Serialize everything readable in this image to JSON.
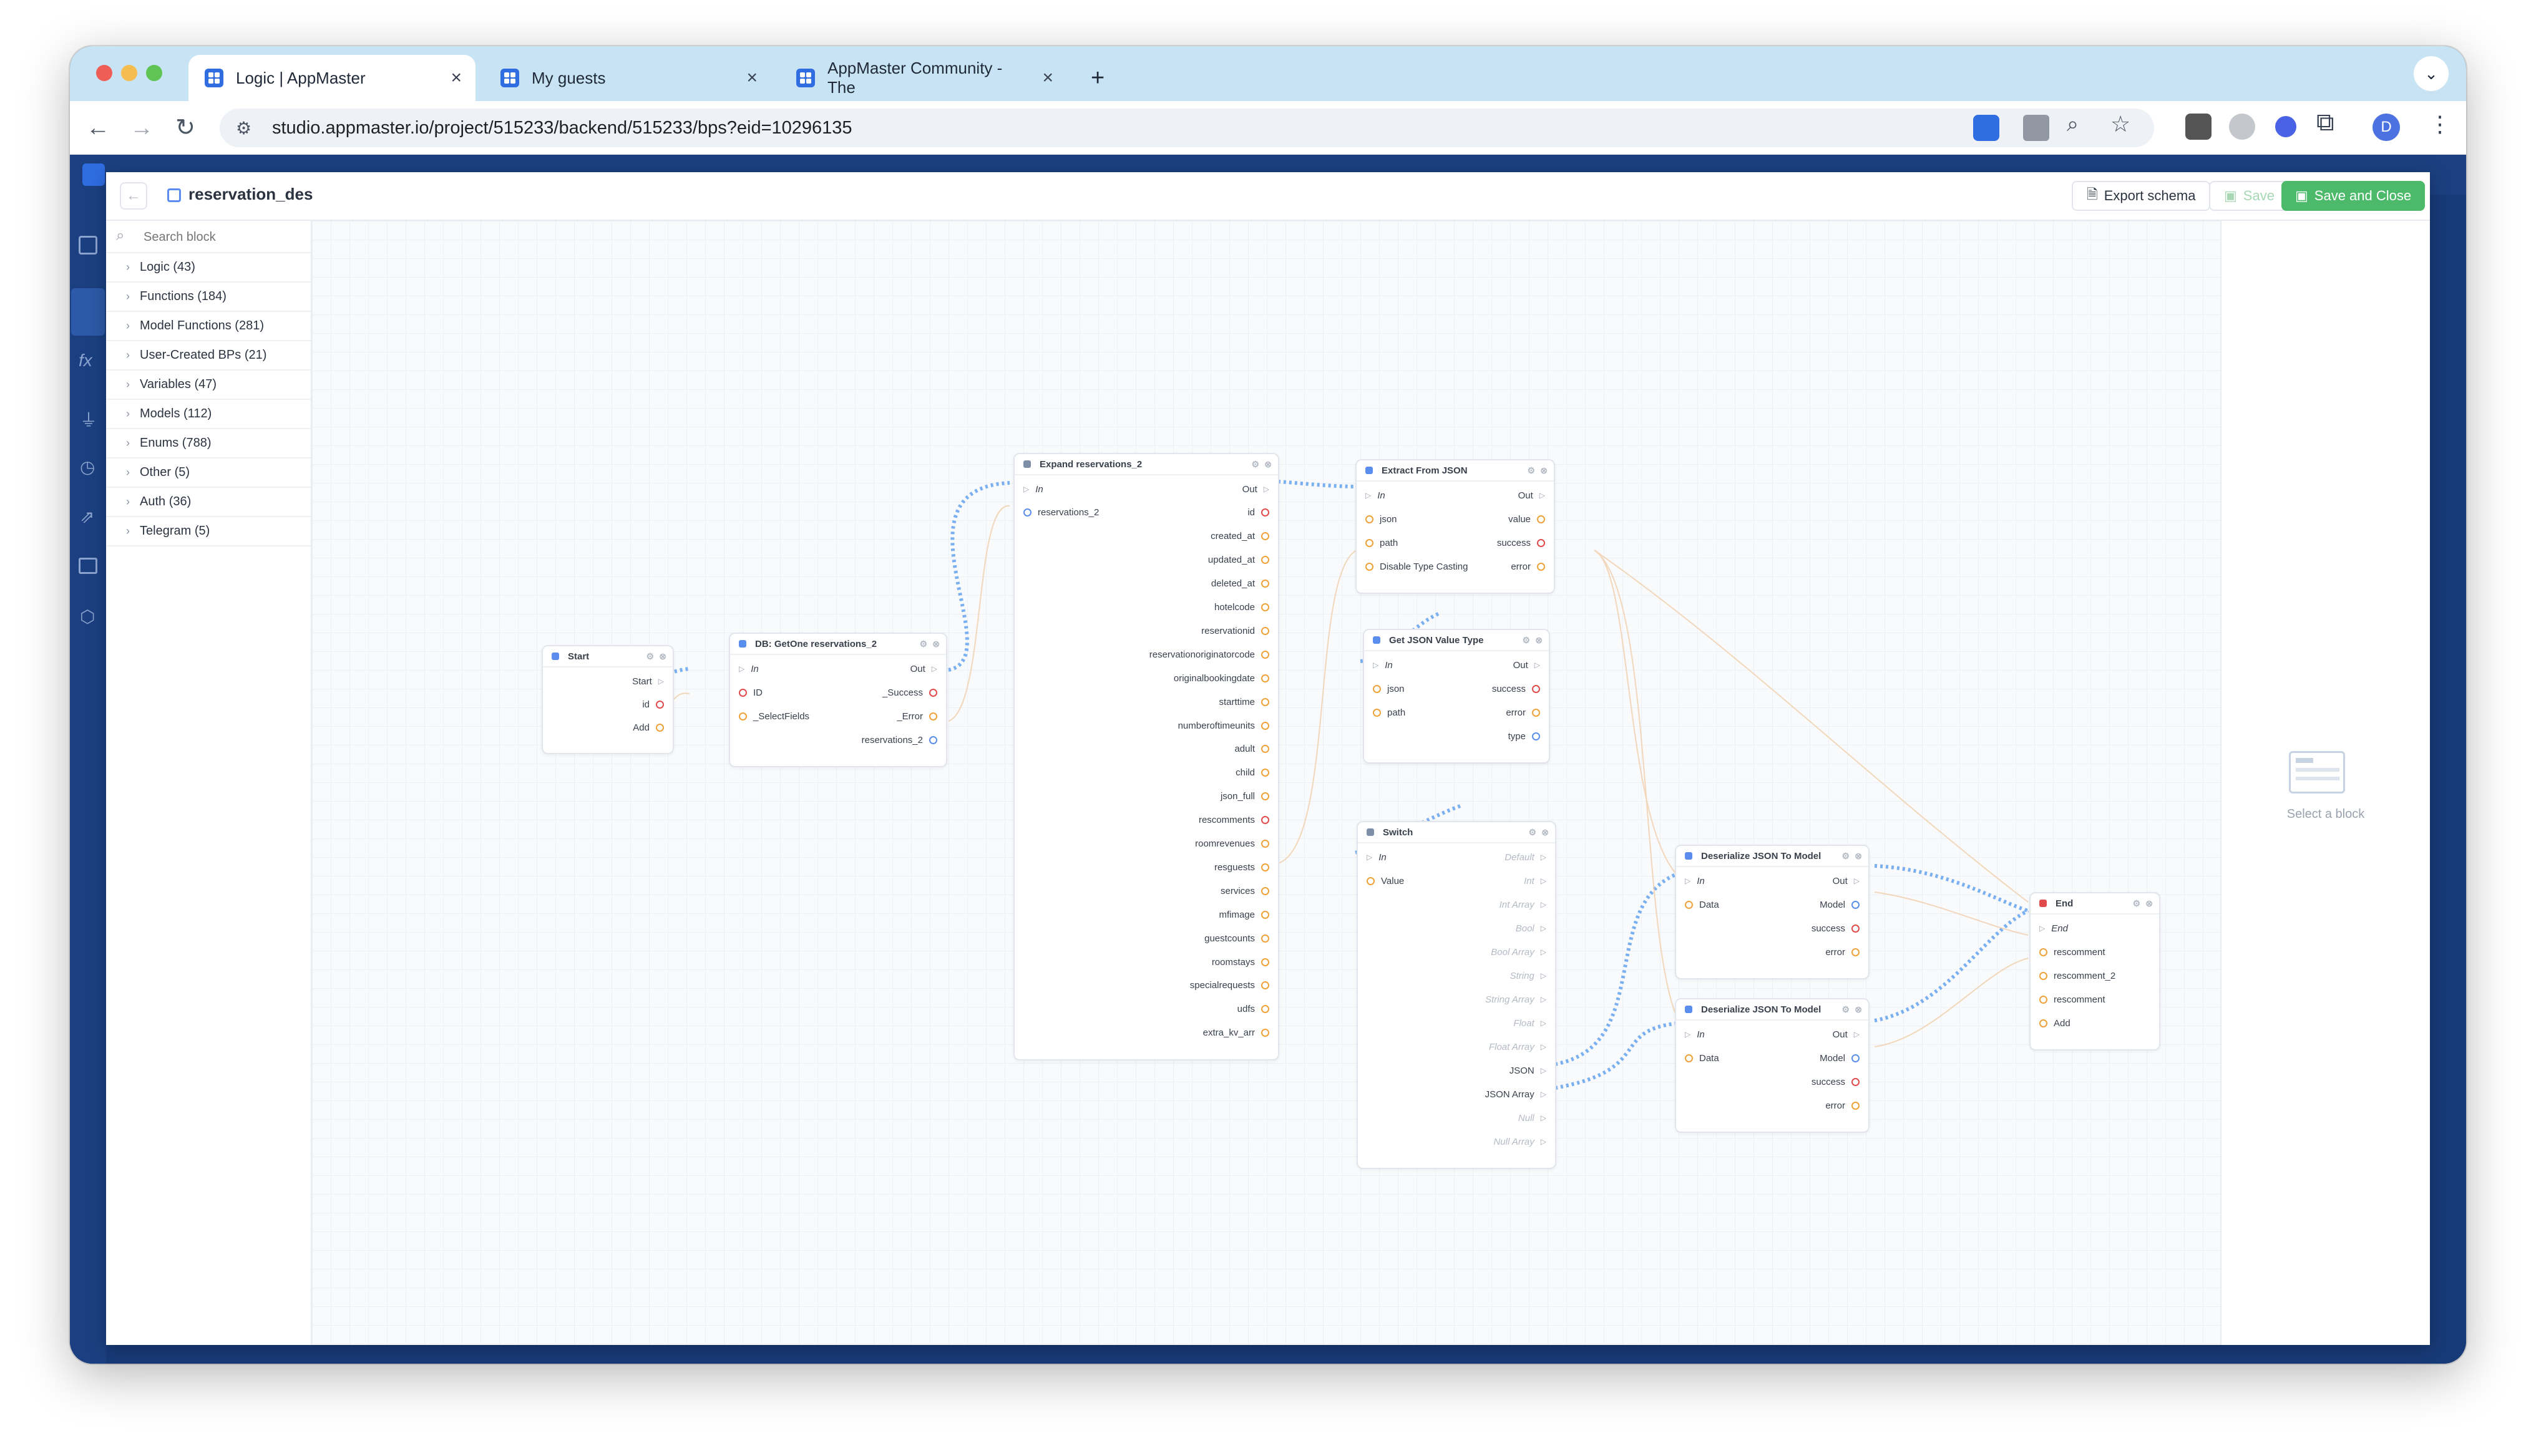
{
  "browser": {
    "tabs": [
      {
        "title": "Logic | AppMaster",
        "active": true
      },
      {
        "title": "My guests",
        "active": false
      },
      {
        "title": "AppMaster Community - The",
        "active": false
      }
    ],
    "new_tab": "+",
    "address": "studio.appmaster.io/project/515233/backend/515233/bps?eid=10296135",
    "profile_initial": "D"
  },
  "editor": {
    "title": "reservation_des",
    "export_label": "Export schema",
    "save_label": "Save",
    "save_close_label": "Save and Close",
    "search_placeholder": "Search block",
    "categories": [
      "Logic (43)",
      "Functions (184)",
      "Model Functions (281)",
      "User-Created BPs (21)",
      "Variables (47)",
      "Models (112)",
      "Enums (788)",
      "Other (5)",
      "Auth (36)",
      "Telegram (5)"
    ],
    "empty_state": "Select a block"
  },
  "nodes": {
    "start": {
      "title": "Start",
      "outputs": [
        "Start",
        "id",
        "Add"
      ]
    },
    "dbget": {
      "title": "DB: GetOne reservations_2",
      "inputs": [
        "In",
        "ID",
        "_SelectFields"
      ],
      "outputs": [
        "Out",
        "_Success",
        "_Error",
        "reservations_2"
      ]
    },
    "expand": {
      "title": "Expand reservations_2",
      "inputs": [
        "In",
        "reservations_2"
      ],
      "outputs": [
        "Out",
        "id",
        "created_at",
        "updated_at",
        "deleted_at",
        "hotelcode",
        "reservationid",
        "reservationoriginatorcode",
        "originalbookingdate",
        "starttime",
        "numberoftimeunits",
        "adult",
        "child",
        "json_full",
        "rescomments",
        "roomrevenues",
        "resguests",
        "services",
        "mfimage",
        "guestcounts",
        "roomstays",
        "specialrequests",
        "udfs",
        "extra_kv_arr"
      ]
    },
    "extract": {
      "title": "Extract From JSON",
      "inputs": [
        "In",
        "json",
        "path",
        "Disable Type Casting"
      ],
      "outputs": [
        "Out",
        "value",
        "success",
        "error"
      ]
    },
    "gettype": {
      "title": "Get JSON Value Type",
      "inputs": [
        "In",
        "json",
        "path"
      ],
      "outputs": [
        "Out",
        "success",
        "error",
        "type"
      ]
    },
    "switch": {
      "title": "Switch",
      "inputs": [
        "In",
        "Value"
      ],
      "outputs": [
        "Default",
        "Int",
        "Int Array",
        "Bool",
        "Bool Array",
        "String",
        "String Array",
        "Float",
        "Float Array",
        "JSON",
        "JSON Array",
        "Null",
        "Null Array"
      ]
    },
    "deser1": {
      "title": "Deserialize JSON To Model",
      "inputs": [
        "In",
        "Data"
      ],
      "outputs": [
        "Out",
        "Model",
        "success",
        "error"
      ]
    },
    "deser2": {
      "title": "Deserialize JSON To Model",
      "inputs": [
        "In",
        "Data"
      ],
      "outputs": [
        "Out",
        "Model",
        "success",
        "error"
      ]
    },
    "end": {
      "title": "End",
      "inputs": [
        "End",
        "rescomment",
        "rescomment_2",
        "rescomment",
        "Add"
      ]
    }
  },
  "colors": {
    "wire": "#7ab0f0",
    "pin_orange": "#f0a23a",
    "pin_red": "#e04b4b",
    "pin_pink": "#e0509c",
    "pin_blue": "#5b8def",
    "save_close_bg": "#4cba6a",
    "tab_strip": "#c8e4f4"
  }
}
